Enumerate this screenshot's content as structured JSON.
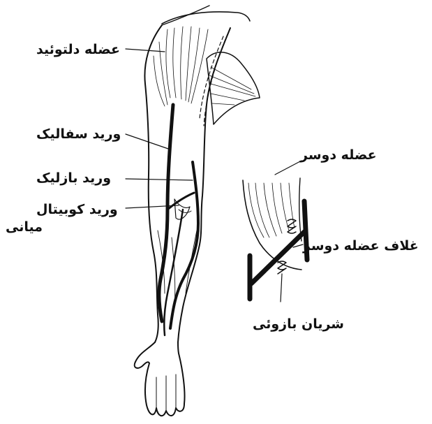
{
  "labels": {
    "deltoid": "عضله دلتوئید",
    "cephalic_vein": "ورید سفالیک",
    "basilic_vein": "ورید بازلیک",
    "median_cubital_vein_1": "ورید کوبیتال",
    "median_cubital_vein_2": "میانی",
    "biceps_muscle": "عضله دوسر",
    "biceps_sheath": "غلاف عضله دوسر",
    "brachial_artery": "شریان بازوئی"
  },
  "colors": {
    "ink": "#111111",
    "background": "#ffffff"
  }
}
